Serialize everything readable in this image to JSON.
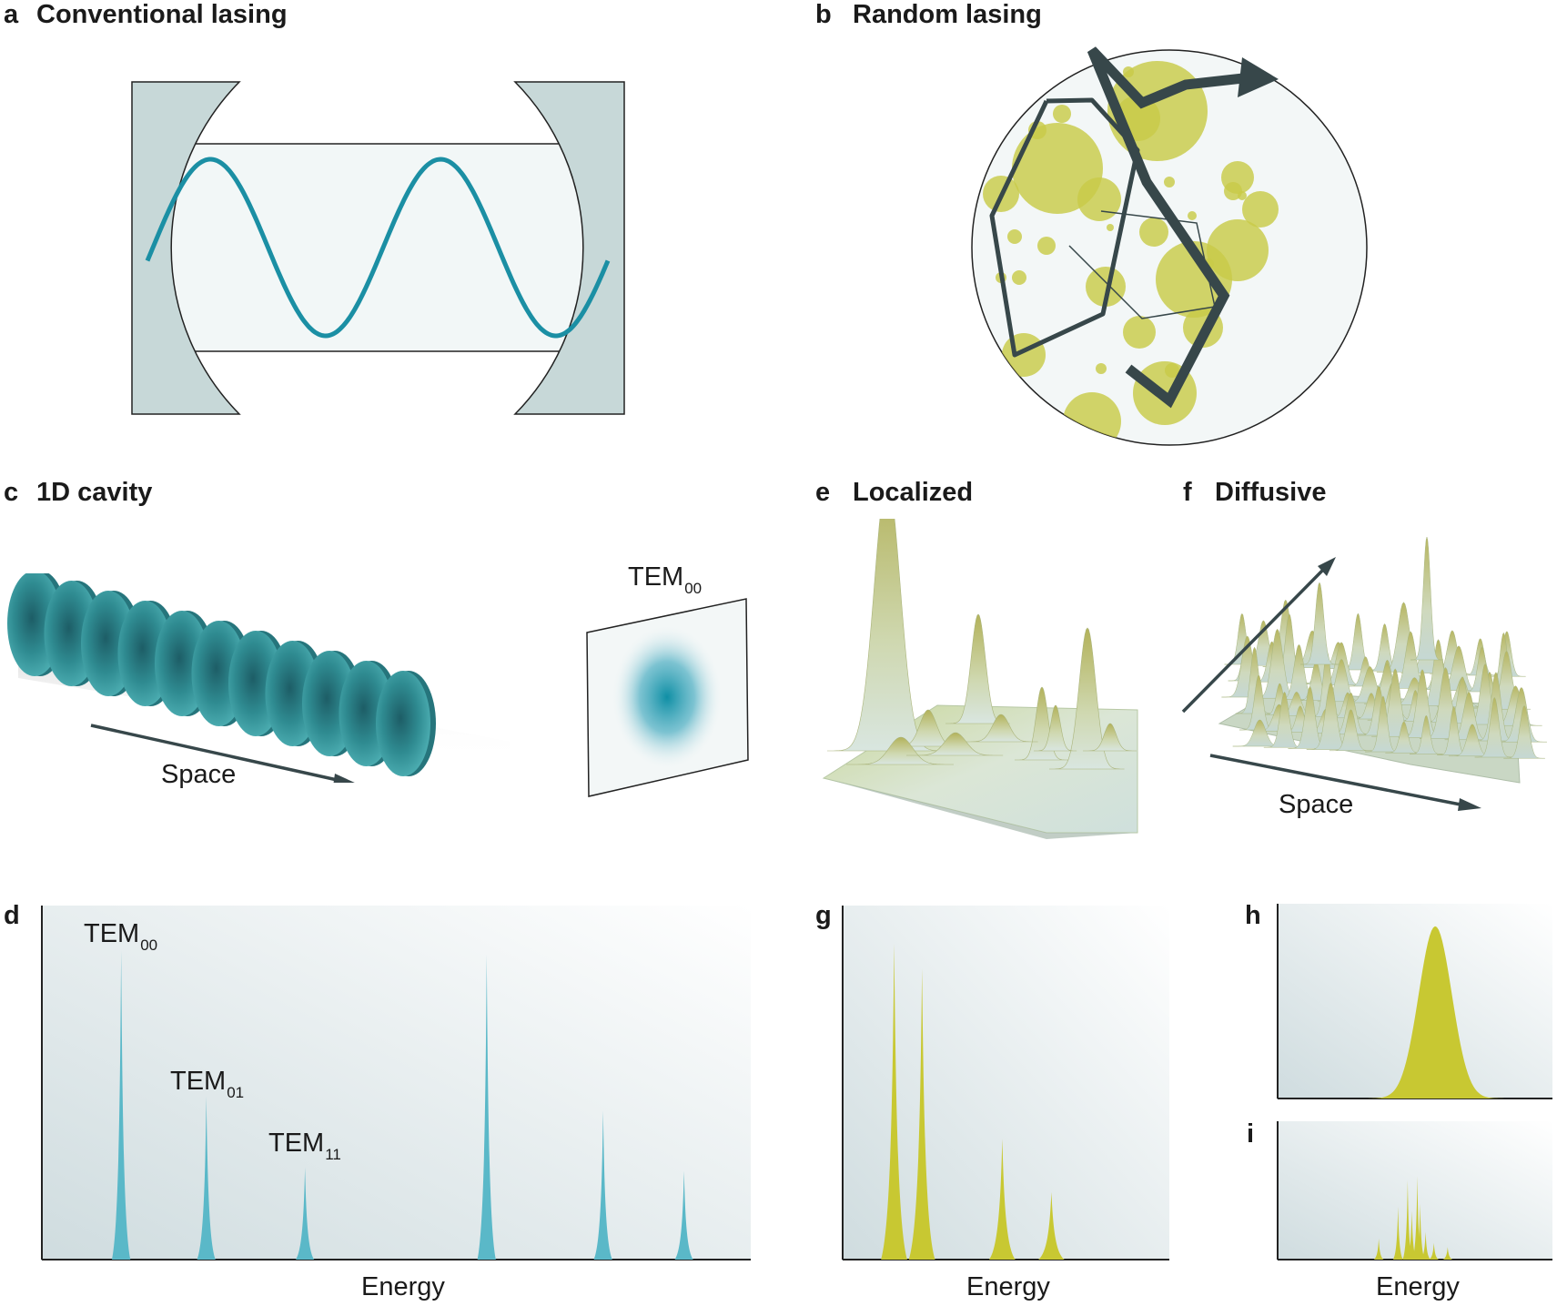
{
  "panels": {
    "a": {
      "letter": "a",
      "title": "Conventional lasing"
    },
    "b": {
      "letter": "b",
      "title": "Random lasing"
    },
    "c": {
      "letter": "c",
      "title": "1D cavity",
      "space_label": "Space",
      "mode_main": "TEM",
      "mode_sub": "00"
    },
    "e": {
      "letter": "e",
      "title": "Localized"
    },
    "f": {
      "letter": "f",
      "title": "Diffusive",
      "space_label": "Space"
    },
    "d": {
      "letter": "d",
      "xlabel": "Energy",
      "modes": [
        {
          "main": "TEM",
          "sub": "00"
        },
        {
          "main": "TEM",
          "sub": "01"
        },
        {
          "main": "TEM",
          "sub": "11"
        }
      ]
    },
    "g": {
      "letter": "g",
      "xlabel": "Energy"
    },
    "h": {
      "letter": "h"
    },
    "i": {
      "letter": "i",
      "xlabel": "Energy"
    }
  },
  "colors": {
    "teal_wave": "#1b8fa4",
    "mirror": "#c7d8d8",
    "cavity_fill": "#f2f7f7",
    "spectrum_cyan": "#5ab8c8",
    "spectrum_yellow": "#c8c832",
    "scatterer": "#c8ca48",
    "path_dark": "#37474a",
    "disc_teal": "#2f8b91"
  },
  "spectra": {
    "d": {
      "peaks": [
        {
          "position": 0.113,
          "height": 0.87
        },
        {
          "position": 0.233,
          "height": 0.46
        },
        {
          "position": 0.372,
          "height": 0.26
        },
        {
          "position": 0.628,
          "height": 0.86
        },
        {
          "position": 0.792,
          "height": 0.42
        },
        {
          "position": 0.906,
          "height": 0.25
        }
      ]
    },
    "g": {
      "peaks": [
        {
          "position": 0.16,
          "height": 0.89
        },
        {
          "position": 0.245,
          "height": 0.82
        },
        {
          "position": 0.49,
          "height": 0.34
        },
        {
          "position": 0.64,
          "height": 0.19
        }
      ]
    },
    "h": {
      "peaks": [
        {
          "position": 0.575,
          "height": 0.88
        }
      ]
    },
    "i": {
      "peaks": [
        {
          "position": 0.37,
          "height": 0.15
        },
        {
          "position": 0.44,
          "height": 0.38
        },
        {
          "position": 0.475,
          "height": 0.57
        },
        {
          "position": 0.49,
          "height": 0.35
        },
        {
          "position": 0.51,
          "height": 0.6
        },
        {
          "position": 0.52,
          "height": 0.4
        },
        {
          "position": 0.54,
          "height": 0.2
        },
        {
          "position": 0.57,
          "height": 0.12
        },
        {
          "position": 0.62,
          "height": 0.09
        }
      ]
    }
  }
}
